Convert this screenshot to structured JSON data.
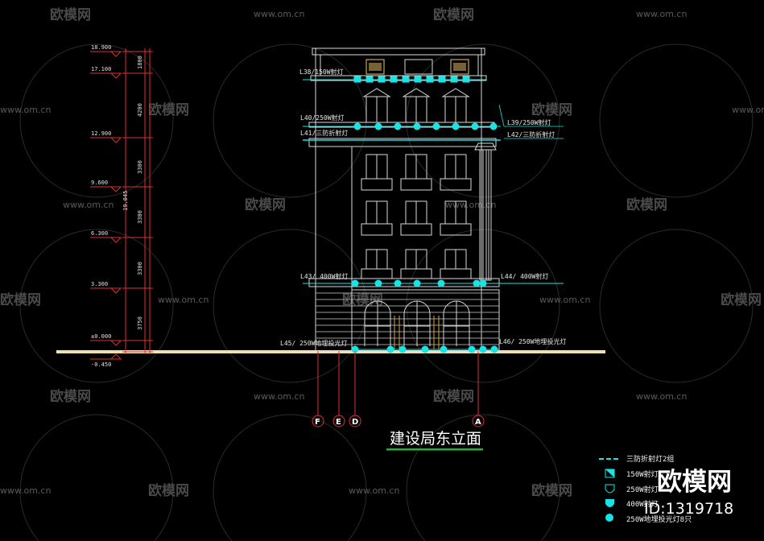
{
  "drawing": {
    "title": "建设局东立面",
    "total_height_dim": "19.045"
  },
  "levels": [
    {
      "label": "18.900"
    },
    {
      "label": "17.100"
    },
    {
      "label": "12.900"
    },
    {
      "label": "9.600"
    },
    {
      "label": "6.300"
    },
    {
      "label": "3.300"
    },
    {
      "label": "±0.000"
    },
    {
      "label": "-0.450"
    }
  ],
  "dimensions": [
    "1800",
    "4200",
    "3300",
    "3300",
    "3300",
    "3750"
  ],
  "callouts": {
    "l38": "L38/150W射灯",
    "l40": "L40/250W射灯",
    "l41": "L41/三防折射灯",
    "l39": "L39/250W射灯",
    "l42": "L42/三防折射灯",
    "l43": "L43/ 400W射灯",
    "l44": "L44/ 400W射灯",
    "l45": "L45/ 250W地埋投光灯",
    "l46": "L46/ 250W地埋投光灯"
  },
  "grid_axes": [
    "F",
    "E",
    "D",
    "A"
  ],
  "legend": [
    {
      "text": "三防折射灯2组",
      "icon": "dash-line-icon"
    },
    {
      "text": "150W射灯",
      "icon": "tri-square-icon"
    },
    {
      "text": "250W射灯",
      "icon": "shield-icon"
    },
    {
      "text": "400W射灯",
      "icon": "shield-icon"
    },
    {
      "text": "250W地埋投光灯8只",
      "icon": "dot-icon"
    }
  ],
  "watermark": {
    "site": "www.om.cn",
    "logo": "欧模网",
    "brand": "欧模网",
    "id": "ID:1319718"
  },
  "colors": {
    "background": "#000000",
    "ground": "#f2dfae",
    "axis_red": "#e03030",
    "fixture_cyan": "#19e3e3",
    "building_line": "#d8d8d8",
    "title_underline": "#1fb33a"
  }
}
